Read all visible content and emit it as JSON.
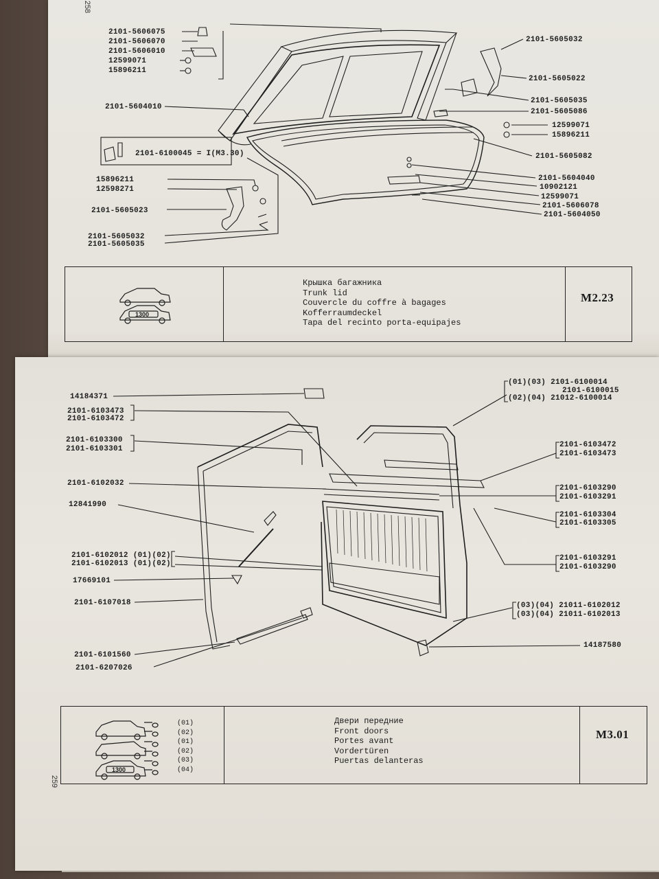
{
  "top": {
    "page_number": "258",
    "caption": [
      "Крышка багажника",
      "Trunk lid",
      "Couvercle du coffre à bagages",
      "Kofferraumdeckel",
      "Tapa del recinto porta-equipajes"
    ],
    "code": "M2.23",
    "badge": "1300",
    "left_labels": [
      "2101-5606075",
      "2101-5606070",
      "2101-5606010",
      "12599071",
      "15896211",
      "2101-5604010"
    ],
    "inset_label": "2101-6100045 = I(M3.30)",
    "lower_left_labels": [
      "15896211",
      "12598271",
      "2101-5605023",
      "2101-5605032",
      "2101-5605035"
    ],
    "right_labels": [
      "2101-5605032",
      "2101-5605022",
      "2101-5605035",
      "2101-5605086",
      "12599071",
      "15896211",
      "2101-5605082",
      "2101-5604040",
      "10902121",
      "12599071",
      "2101-5606078",
      "2101-5604050"
    ]
  },
  "bottom": {
    "page_number": "259",
    "caption": [
      "Двери передние",
      "Front doors",
      "Portes avant",
      "Vordertüren",
      "Puertas delanteras"
    ],
    "code": "M3.01",
    "badge": "1300",
    "variants": [
      "(01)",
      "(02)",
      "(01)",
      "(02)",
      "(03)",
      "(04)"
    ],
    "left_labels": [
      "14184371",
      "2101-6103473",
      "2101-6103472",
      "2101-6103300",
      "2101-6103301",
      "2101-6102032",
      "12841990",
      "2101-6102012 (01)(02)",
      "2101-6102013 (01)(02)",
      "17669101",
      "2101-6107018",
      "2101-6101560",
      "2101-6207026"
    ],
    "right_top": [
      "(01)(03)  2101-6100014",
      "2101-6100015",
      "(02)(04) 21012-6100014"
    ],
    "right_labels": [
      "2101-6103472",
      "2101-6103473",
      "2101-6103290",
      "2101-6103291",
      "2101-6103304",
      "2101-6103305",
      "2101-6103291",
      "2101-6103290",
      "(03)(04) 21011-6102012",
      "(03)(04) 21011-6102013",
      "14187580"
    ]
  }
}
